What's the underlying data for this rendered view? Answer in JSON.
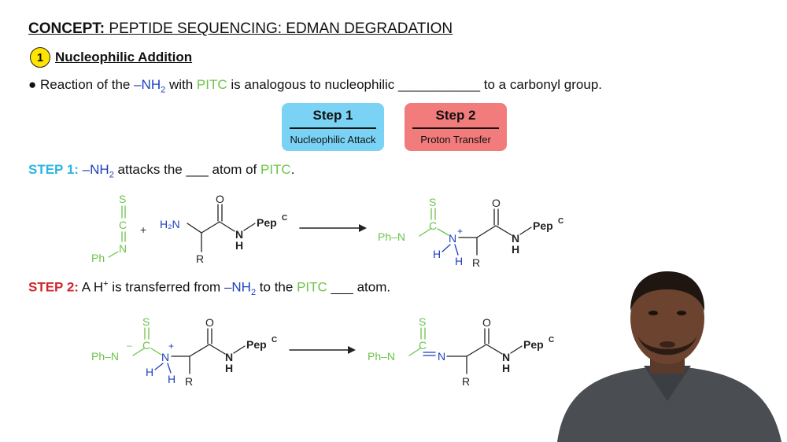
{
  "concept": {
    "prefix": "CONCEPT:",
    "title": "PEPTIDE SEQUENCING: EDMAN DEGRADATION"
  },
  "section": {
    "number": "1",
    "title": "Nucleophilic Addition"
  },
  "bullet": {
    "part1": "Reaction of the ",
    "nh2": "–NH",
    "sub2": "2",
    "part2": " with ",
    "pitc": "PITC",
    "part3": " is analogous to nucleophilic ___________ to a carbonyl group."
  },
  "steps": [
    {
      "title": "Step 1",
      "subtitle": "Nucleophilic Attack",
      "color": "#7ad3f5"
    },
    {
      "title": "Step 2",
      "subtitle": "Proton Transfer",
      "color": "#f27b7b"
    }
  ],
  "step1_line": {
    "label": "STEP 1:",
    "nh2": "–NH",
    "sub2": "2",
    "text1": " attacks the ___ atom of ",
    "pitc": "PITC",
    "text2": "."
  },
  "step2_line": {
    "label": "STEP 2:",
    "text1": " A H",
    "sup": "+",
    "text2": " is transferred from ",
    "nh2": "–NH",
    "sub2": "2",
    "text3": " to the ",
    "pitc": "PITC",
    "text4": " ___ atom."
  },
  "chem": {
    "S": "S",
    "C": "C",
    "N": "N",
    "O": "O",
    "H": "H",
    "R": "R",
    "Ph": "Ph",
    "PhN": "Ph–N",
    "H2N": "H₂N",
    "Pep": "Pep",
    "supC": "C",
    "plus": "+",
    "minus": "–",
    "plusCharge": "+"
  },
  "colors": {
    "blue": "#1d3fbf",
    "green": "#6cc44a",
    "cyan": "#2bb5e3",
    "red": "#d0262b"
  }
}
